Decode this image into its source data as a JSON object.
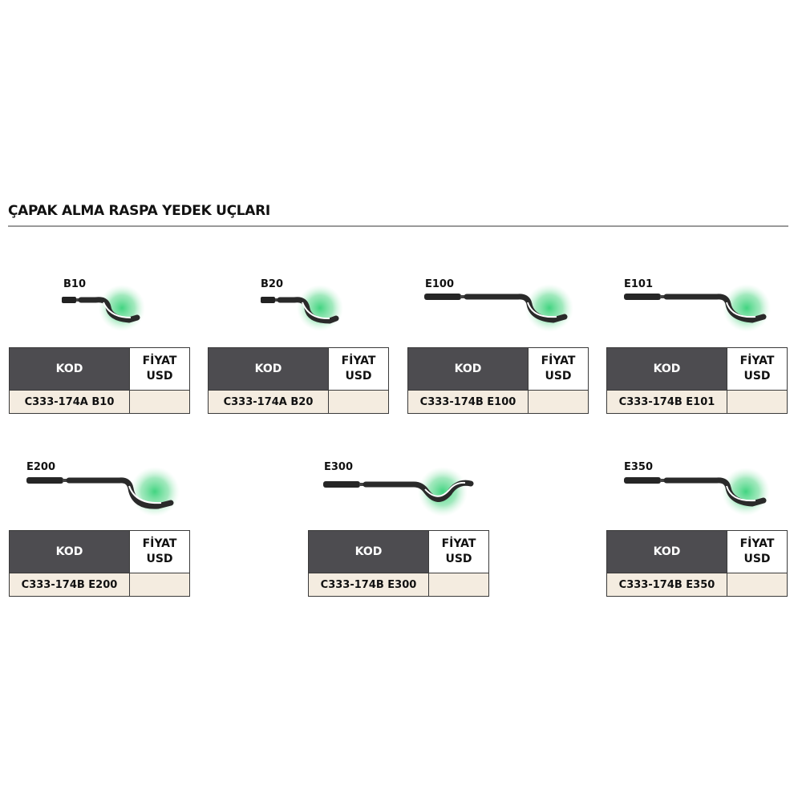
{
  "page": {
    "title": "ÇAPAK ALMA RASPA YEDEK UÇLARI"
  },
  "table_header": {
    "code": "KOD",
    "price_line1": "FİYAT",
    "price_line2": "USD"
  },
  "colors": {
    "header_bg": "#4d4c50",
    "row_bg": "#f4ece0",
    "accent_glow": "#3fd27a"
  },
  "products": [
    {
      "label": "B10",
      "code": "C333-174A B10",
      "price": ""
    },
    {
      "label": "B20",
      "code": "C333-174A B20",
      "price": ""
    },
    {
      "label": "E100",
      "code": "C333-174B E100",
      "price": ""
    },
    {
      "label": "E101",
      "code": "C333-174B E101",
      "price": ""
    },
    {
      "label": "E200",
      "code": "C333-174B E200",
      "price": ""
    },
    {
      "label": "E300",
      "code": "C333-174B E300",
      "price": ""
    },
    {
      "label": "E350",
      "code": "C333-174B E350",
      "price": ""
    }
  ]
}
